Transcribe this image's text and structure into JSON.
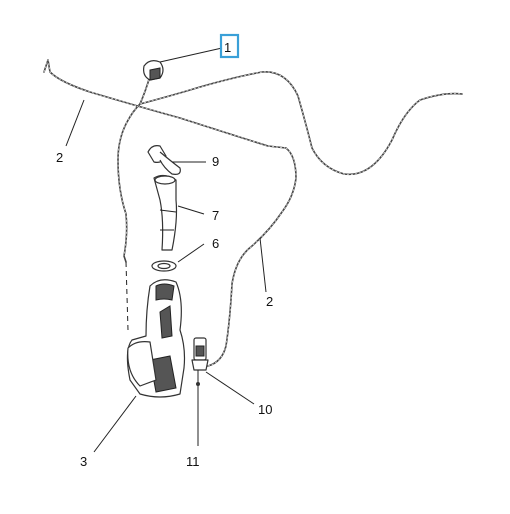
{
  "callouts": {
    "c1": "1",
    "c2a": "2",
    "c2b": "2",
    "c3": "3",
    "c6": "6",
    "c7": "7",
    "c9": "9",
    "c10": "10",
    "c11": "11"
  },
  "colors": {
    "highlight": "#3aa0d8",
    "line": "#333333"
  }
}
